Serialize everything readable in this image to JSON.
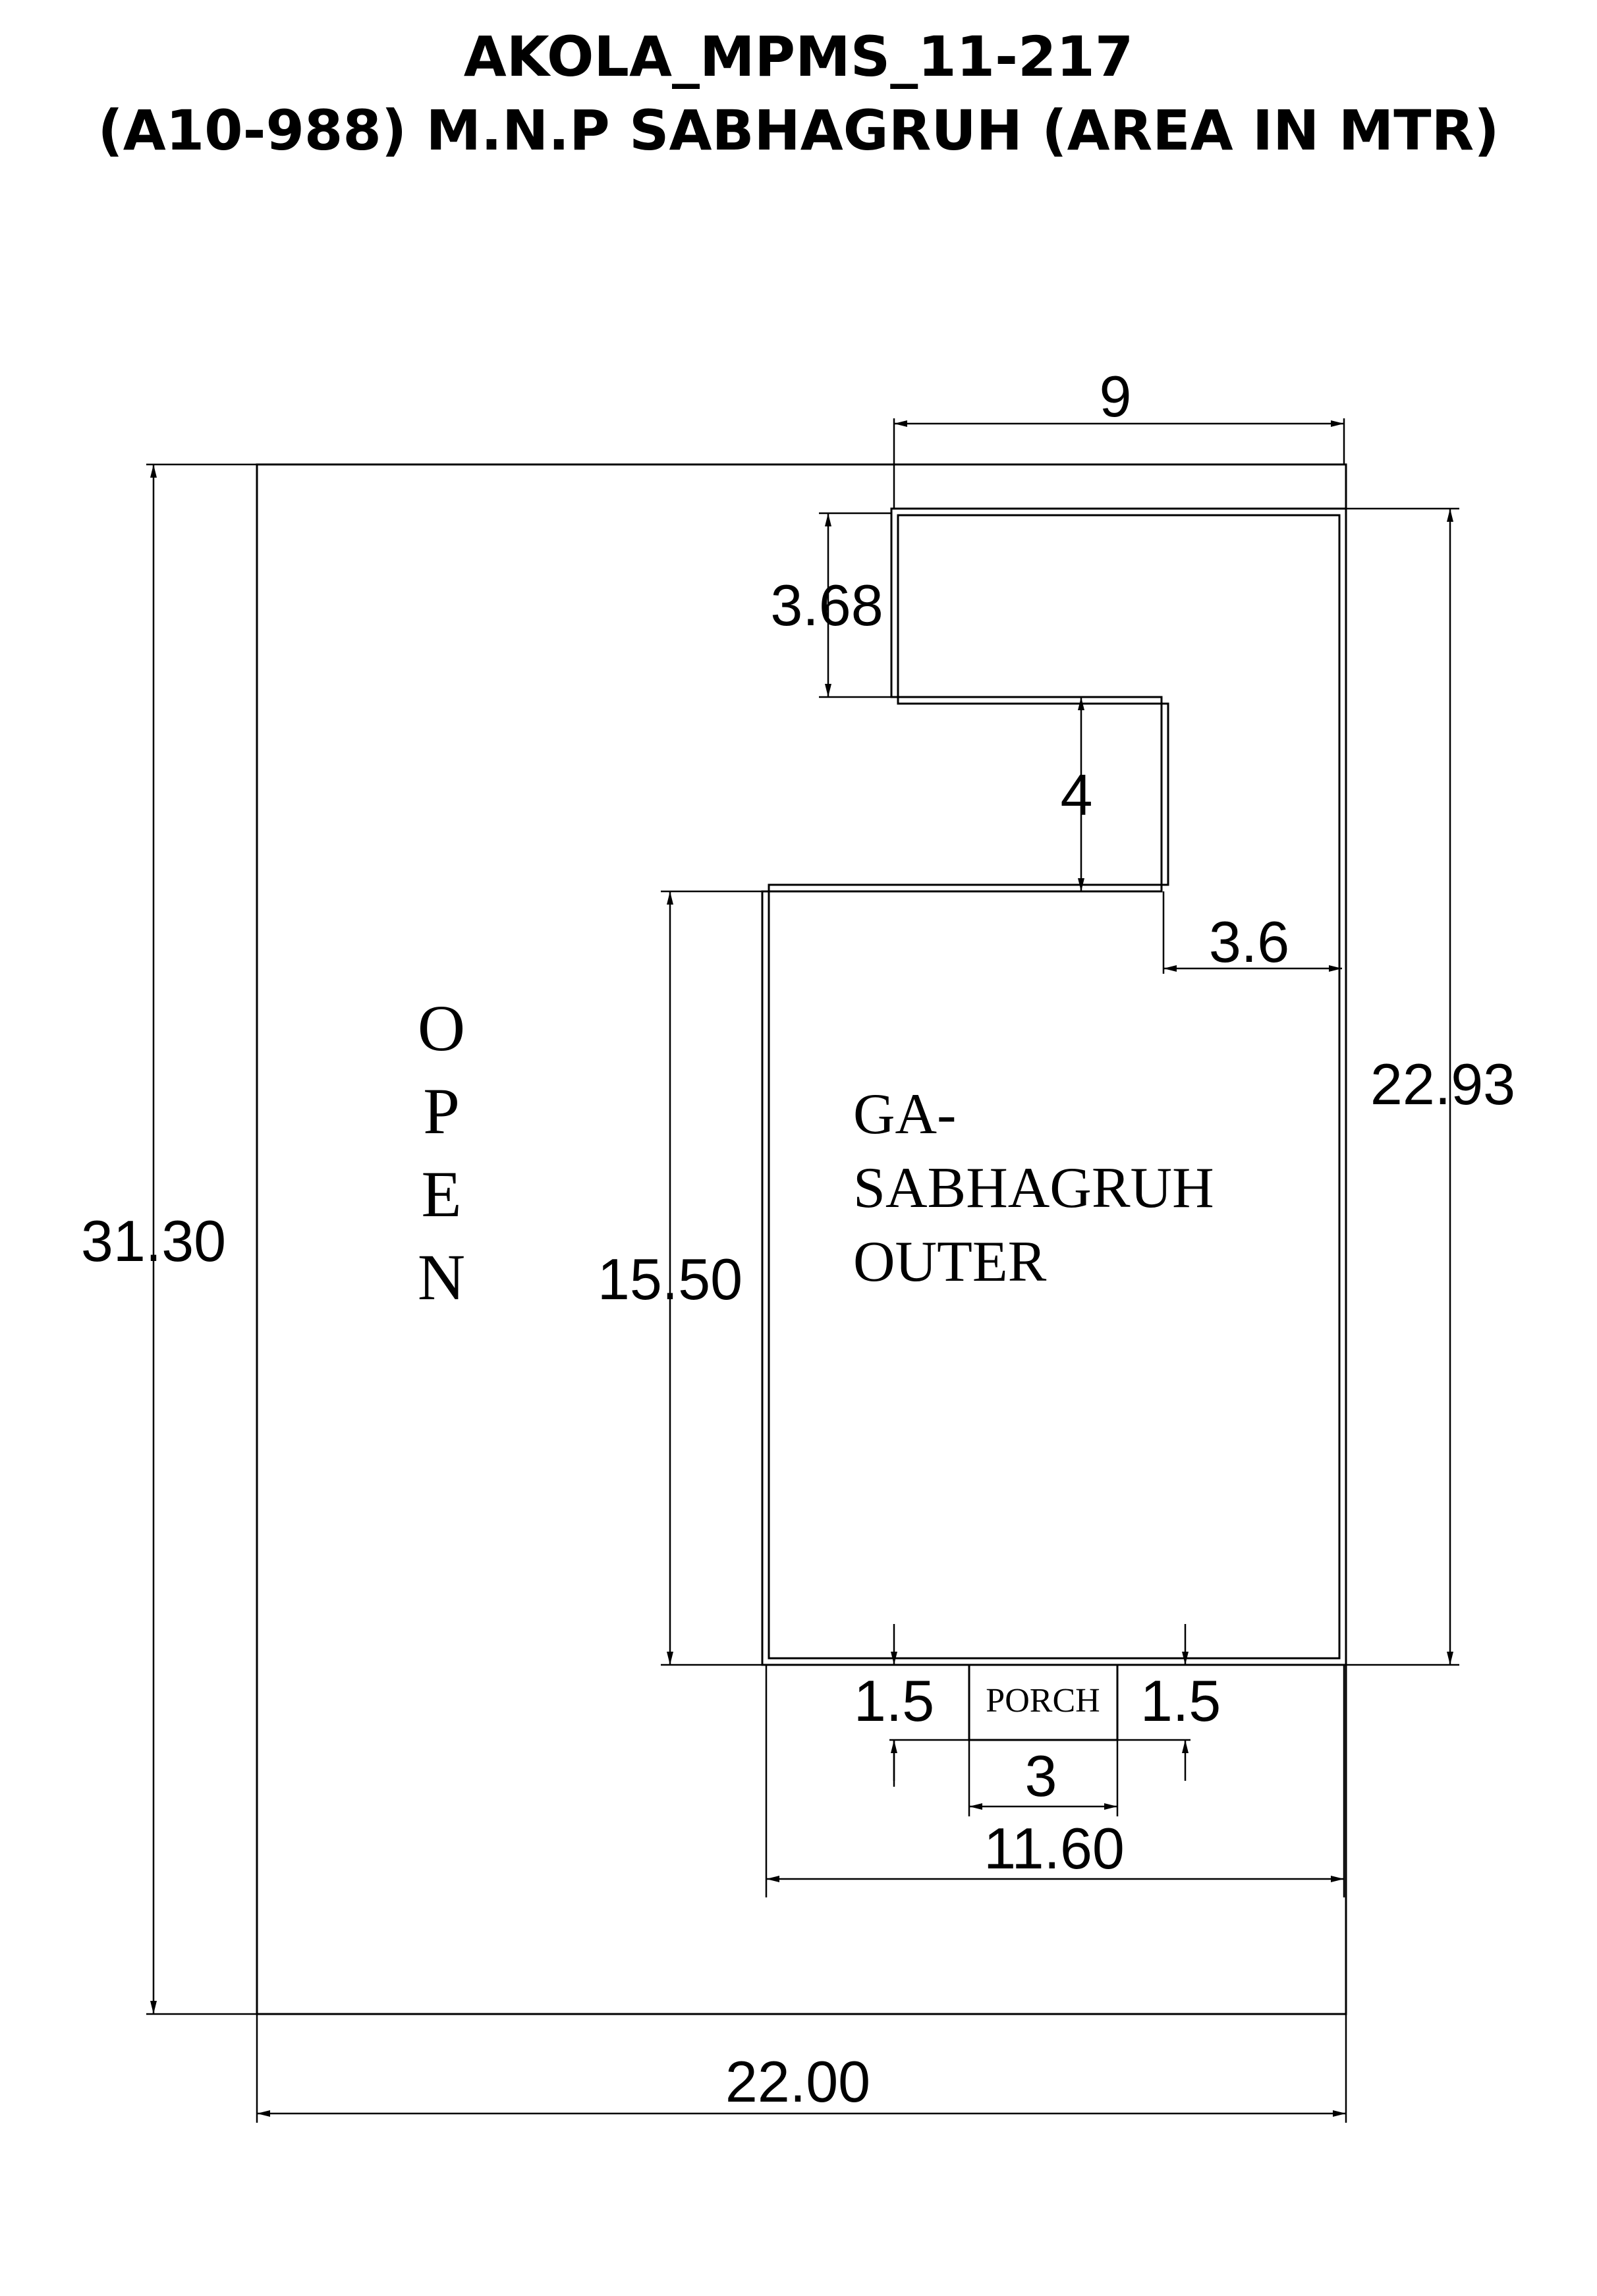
{
  "title": {
    "line1": "AKOLA_MPMS_11-217",
    "line2": "(A10-988) M.N.P SABHAGRUH (AREA IN MTR)"
  },
  "labels": {
    "open": [
      "O",
      "P",
      "E",
      "N"
    ],
    "building": [
      "GA-",
      "SABHAGRUH",
      "OUTER"
    ],
    "porch": "PORCH"
  },
  "dimensions": {
    "plot_width": "22.00",
    "plot_height": "31.30",
    "top_width": "9",
    "top_offset": "3.68",
    "notch_height": "4",
    "notch_width": "3.6",
    "right_height": "22.93",
    "left_height": "15.50",
    "bottom_width": "11.60",
    "porch_width": "3",
    "porch_left": "1.5",
    "porch_right": "1.5"
  },
  "colors": {
    "line": "#000000",
    "background": "#ffffff"
  }
}
